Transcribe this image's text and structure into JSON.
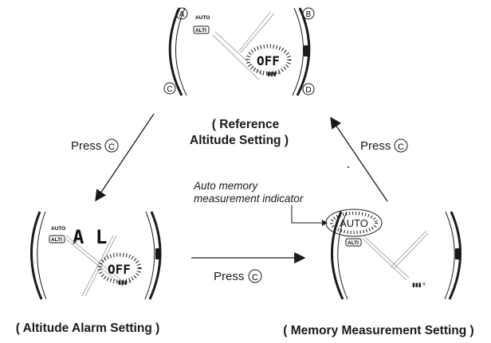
{
  "screens": {
    "top": {
      "title_line1": "( Reference",
      "title_line2": "Altitude Setting )",
      "auto_text": "AUTO",
      "alti_text": "ALTI",
      "display_value": "OFF",
      "buttons": [
        "A",
        "B",
        "C",
        "D"
      ]
    },
    "left": {
      "title": "( Altitude Alarm Setting )",
      "auto_text": "AUTO",
      "alti_text": "ALTI",
      "display_top": "A L",
      "display_value": "OFF"
    },
    "right": {
      "title": "( Memory Measurement Setting )",
      "auto_indicator": "AUTO",
      "alti_text": "ALTI"
    }
  },
  "arrows": {
    "top_to_left": "Press C",
    "left_to_right": "Press C",
    "right_to_top": "Press C"
  },
  "callout": {
    "line1": "Auto memory",
    "line2": "measurement indicator"
  },
  "colors": {
    "ink": "#1a1a1a",
    "hand": "#aaaaaa"
  }
}
